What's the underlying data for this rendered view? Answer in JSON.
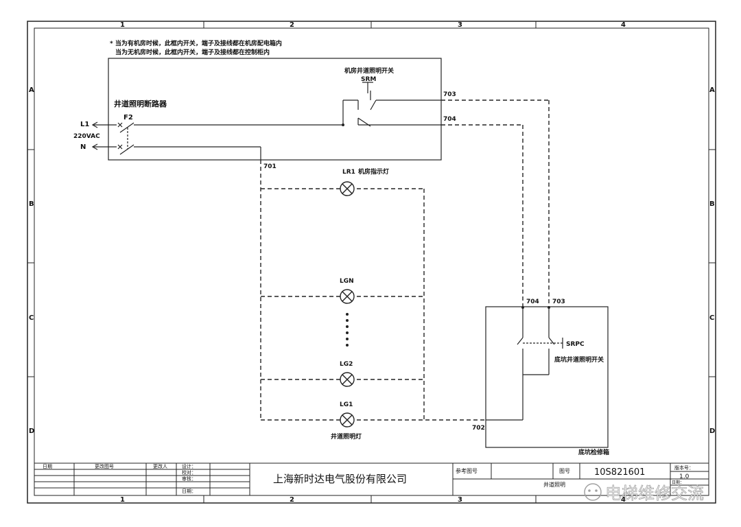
{
  "notes": {
    "line1": "* 当为有机房时候，此框内开关，端子及接线都在机房配电箱内",
    "line2": "当为无机房时候，此框内开关，端子及接线都在控制柜内"
  },
  "border": {
    "cols": [
      "1",
      "2",
      "3",
      "4"
    ],
    "rows": [
      "A",
      "B",
      "C",
      "D"
    ]
  },
  "circuit": {
    "breaker_box_label": "井道照明断路器",
    "breaker_tag": "F2",
    "phase_label": "L1",
    "voltage_label": "220VAC",
    "neutral_label": "N",
    "machine_room_switch_label": "机房井道照明开关",
    "machine_room_switch_tag": "SRM",
    "terminals": {
      "t701": "701",
      "t702": "702",
      "t703": "703",
      "t704": "704",
      "t703_pit": "703",
      "t704_pit": "704"
    },
    "lamps": {
      "lr1_tag": "LR1",
      "lr1_label": "机房指示灯",
      "lgn_tag": "LGN",
      "lg2_tag": "LG2",
      "lg1_tag": "LG1",
      "shaft_lamp_label": "井道照明灯"
    },
    "pit_switch_tag": "SRPC",
    "pit_switch_label": "底坑井道照明开关",
    "pit_box_label": "底坑检修箱"
  },
  "title_block": {
    "date_header": "日期",
    "change_no_header": "更改图号",
    "changer_header": "更改人",
    "design_label": "设计：",
    "check_label": "校对：",
    "review_label": "审核：",
    "date_label": "日期：",
    "company": "上海新时达电气股份有限公司",
    "ref_drawing_label": "参考图号",
    "drawing_no_label": "图号",
    "drawing_no": "10S821601",
    "version_label": "版本号：",
    "version": "1.0",
    "drawing_name": "井道照明",
    "date_short": "日期："
  },
  "watermark": {
    "text": "电梯维修交流"
  }
}
